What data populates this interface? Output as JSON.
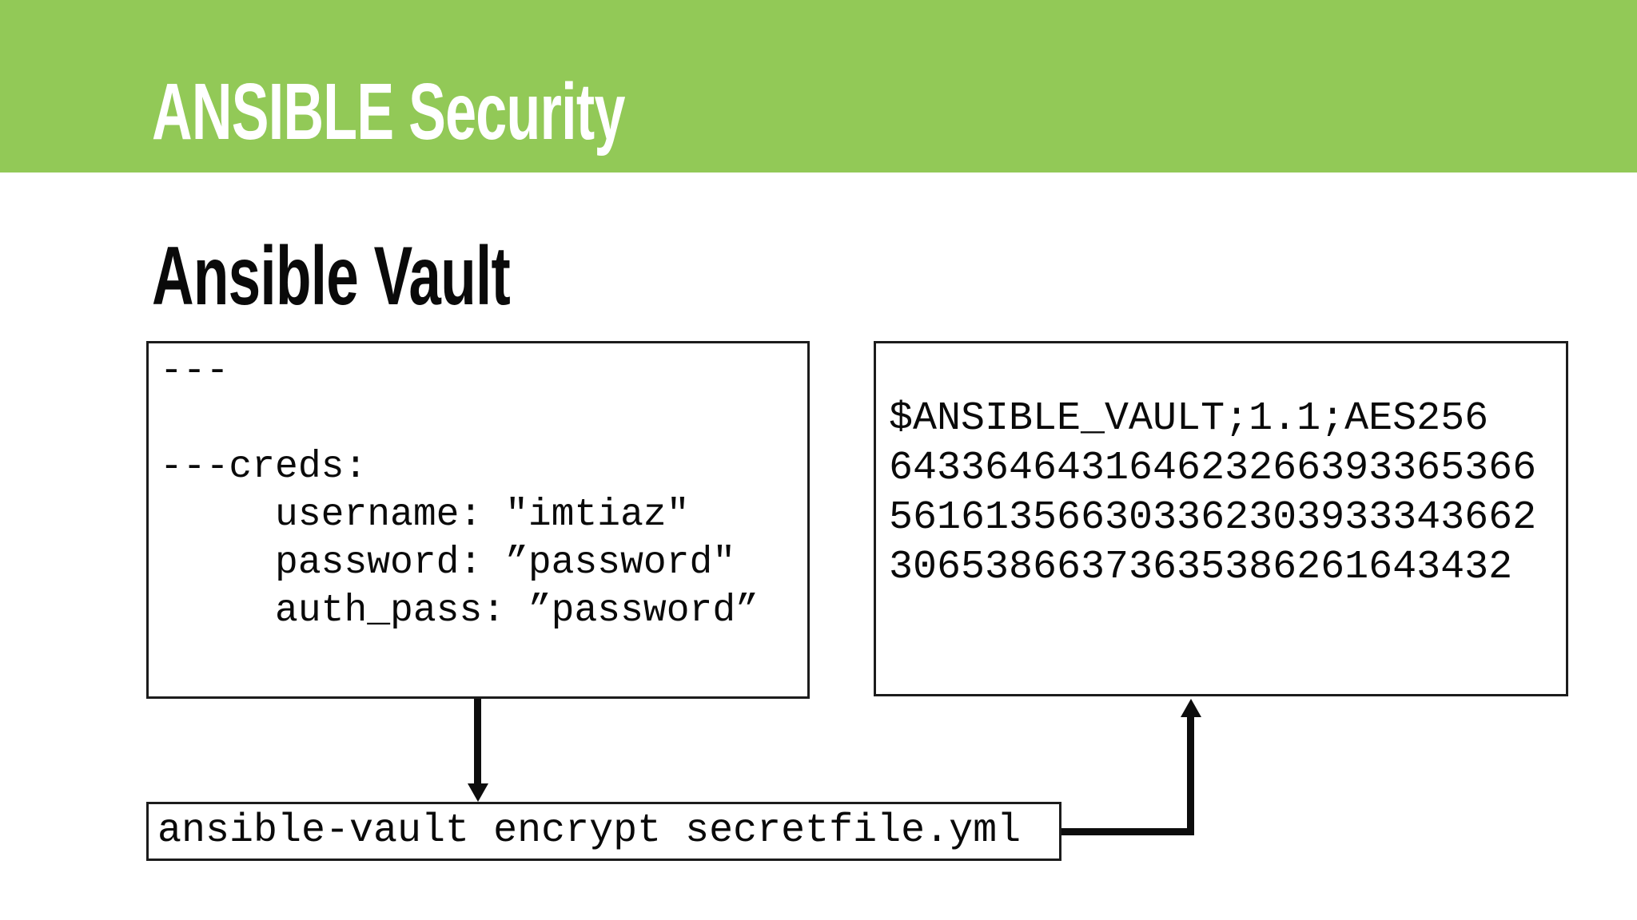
{
  "slide": {
    "header": {
      "title": "ANSIBLE Security",
      "bg_color": "#92c957"
    },
    "heading": "Ansible Vault",
    "plain_yaml_box": {
      "lines": [
        "---",
        "",
        "---creds:",
        "     username: \"imtiaz\"",
        "     password: ”password\"",
        "     auth_pass: ”password”"
      ]
    },
    "encrypted_vault_box": {
      "lines": [
        "$ANSIBLE_VAULT;1.1;AES256",
        "643364643164623266393365366",
        "561613566303362303933343662",
        "30653866373635386261643432"
      ]
    },
    "command_box": {
      "text": "ansible-vault encrypt secretfile.yml"
    }
  }
}
